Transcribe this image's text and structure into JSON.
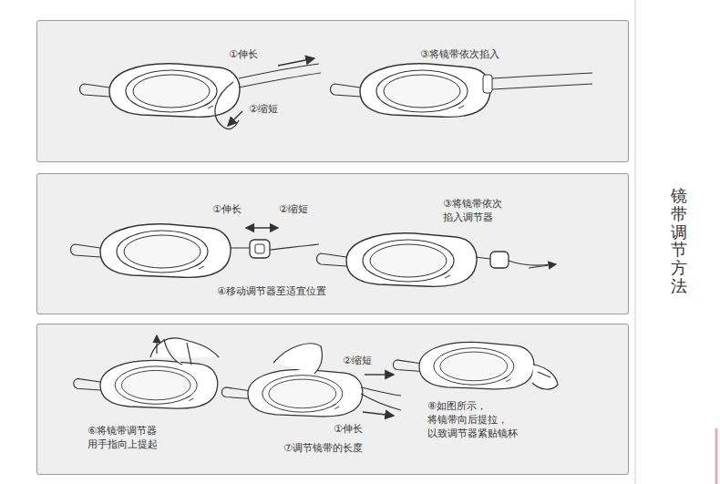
{
  "diagram": {
    "title": "镜带调节方法",
    "nodes": [
      {
        "text": [
          "①伸长",
          "②缩短",
          "③将镜带依次掐入"
        ]
      },
      {
        "text": [
          "①伸长",
          "②缩短",
          "③将镜带依次 掐入调节器",
          "④移动调节器至适宜位置"
        ]
      },
      {
        "text": [
          "⑥将镜带调节器 用手指向上提起",
          "②缩短",
          "①伸长",
          "⑦调节镜带的长度",
          "⑧如图所示， 将镜带向后提拉， 以致调节器紧贴镜杯"
        ]
      }
    ]
  }
}
